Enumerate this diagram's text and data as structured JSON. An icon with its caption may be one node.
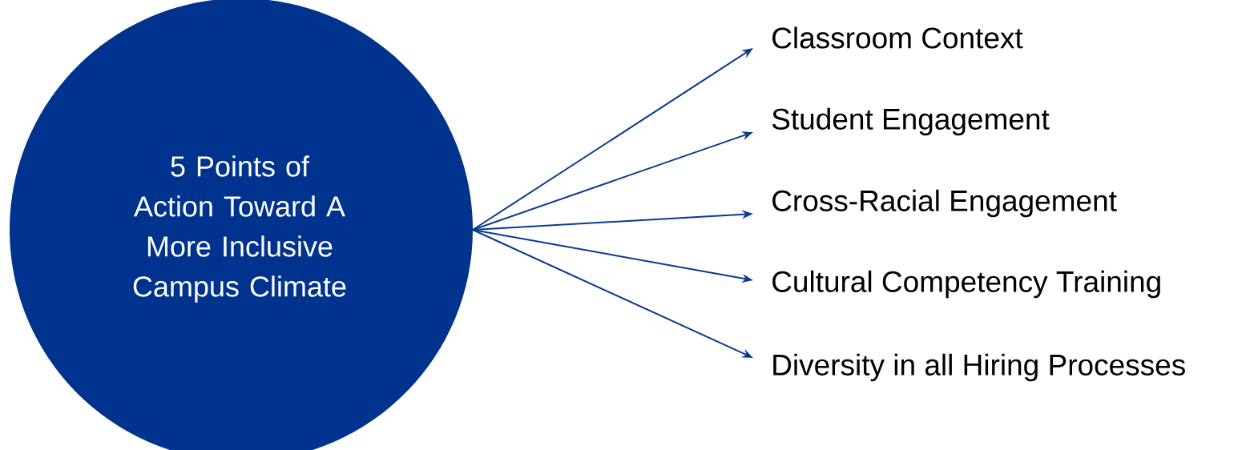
{
  "diagram": {
    "nodes": [
      {
        "text": [
          "5 Points of Action Toward A More Inclusive Campus Climate"
        ]
      },
      {
        "text": [
          "Classroom Context"
        ]
      },
      {
        "text": [
          "Student Engagement"
        ]
      },
      {
        "text": [
          "Cross-Racial Engagement"
        ]
      },
      {
        "text": [
          "Cultural Competency Training"
        ]
      },
      {
        "text": [
          "Diversity in all Hiring Processes"
        ]
      }
    ],
    "edges": [
      {
        "from": 0,
        "to": 1,
        "arrow": "to"
      },
      {
        "from": 0,
        "to": 2,
        "arrow": "to"
      },
      {
        "from": 0,
        "to": 3,
        "arrow": "to"
      },
      {
        "from": 0,
        "to": 4,
        "arrow": "to"
      },
      {
        "from": 0,
        "to": 5,
        "arrow": "to"
      }
    ]
  }
}
